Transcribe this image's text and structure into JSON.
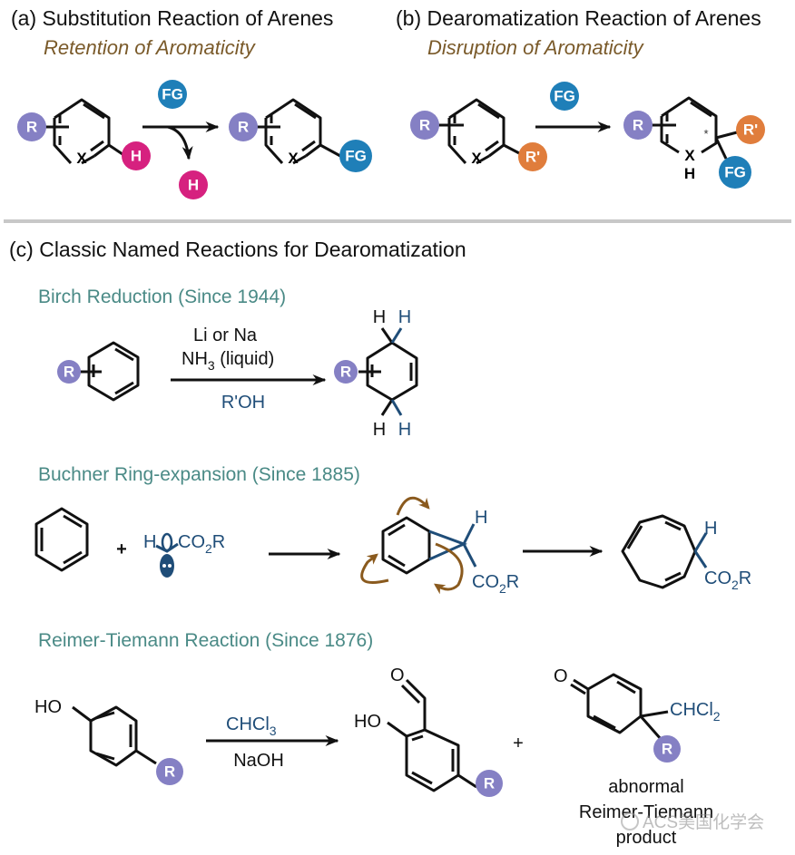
{
  "colors": {
    "r_badge": "#8580c4",
    "h_badge": "#d6217f",
    "fg_badge": "#1f7fb8",
    "rprime_badge": "#e07d3c",
    "subtitle": "#7a5a2a",
    "reaction_name": "#4a8a86",
    "reagent_blue": "#1f4d78",
    "curly_arrow": "#8a5a1e"
  },
  "panel_a": {
    "title": "(a) Substitution Reaction of Arenes",
    "subtitle": "Retention of Aromaticity",
    "reactant": {
      "substituent": "R",
      "heteroatom": "X",
      "leaving": "H"
    },
    "reagent": "FG",
    "byproduct": "H",
    "product": {
      "substituent": "R",
      "heteroatom": "X",
      "group": "FG"
    }
  },
  "panel_b": {
    "title": "(b) Dearomatization Reaction of Arenes",
    "subtitle": "Disruption of Aromaticity",
    "reactant": {
      "substituent": "R",
      "heteroatom": "X",
      "group": "R'"
    },
    "reagent": "FG",
    "product": {
      "substituent": "R",
      "heteroatom": "X",
      "hydrogen": "H",
      "stereo_mark": "*",
      "group1": "R'",
      "group2": "FG"
    }
  },
  "panel_c": {
    "title": "(c) Classic Named Reactions for Dearomatization",
    "birch": {
      "name": "Birch Reduction (Since 1944)",
      "reagent_line1": "Li or Na",
      "reagent_line2_main": "NH",
      "reagent_line2_sub": "3",
      "reagent_line2_rest": " (liquid)",
      "reagent_below": "R'OH",
      "substituent": "R",
      "h_labels": [
        "H",
        "H",
        "H",
        "H"
      ]
    },
    "buchner": {
      "name": "Buchner Ring-expansion (Since 1885)",
      "plus": "+",
      "carbene_h": "H",
      "ester_main": "CO",
      "ester_sub": "2",
      "ester_rest": "R",
      "h_label": "H"
    },
    "reimer": {
      "name": "Reimer-Tiemann Reaction (Since 1876)",
      "reactant_oh": "HO",
      "reagent_above_main": "CHCl",
      "reagent_above_sub": "3",
      "reagent_below": "NaOH",
      "product_oh": "HO",
      "product_o": "O",
      "plus": "+",
      "abnormal_o": "O",
      "abnormal_group_main": "CHCl",
      "abnormal_group_sub": "2",
      "substituent": "R",
      "caption": [
        "abnormal",
        "Reimer-Tiemann",
        "product"
      ]
    }
  },
  "watermark": "ACS美国化学会"
}
